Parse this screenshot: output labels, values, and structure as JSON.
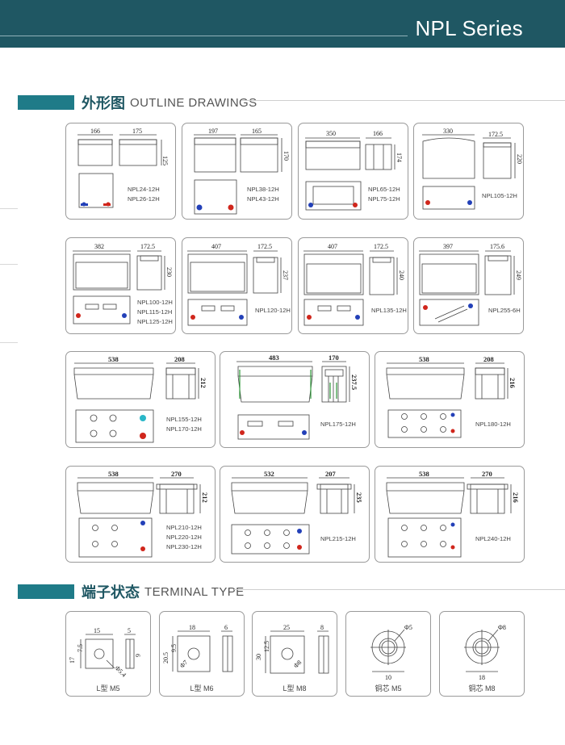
{
  "header": {
    "series_title": "NPL Series"
  },
  "outline": {
    "title_cn": "外形图",
    "title_en": "OUTLINE DRAWINGS"
  },
  "terminal": {
    "title_cn": "端子状态",
    "title_en": "TERMINAL TYPE"
  },
  "cards": [
    {
      "dims": [
        "166",
        "175",
        "125"
      ],
      "models": [
        "NPL24-12H",
        "NPL26-12H"
      ]
    },
    {
      "dims": [
        "197",
        "165",
        "170"
      ],
      "models": [
        "NPL38-12H",
        "NPL43-12H"
      ]
    },
    {
      "dims": [
        "350",
        "166",
        "174"
      ],
      "models": [
        "NPL65-12H",
        "NPL75-12H"
      ]
    },
    {
      "dims": [
        "330",
        "172.5",
        "220"
      ],
      "models": [
        "NPL105-12H"
      ]
    },
    {
      "dims": [
        "382",
        "172.5",
        "230"
      ],
      "models": [
        "NPL100-12H",
        "NPL115-12H",
        "NPL125-12H"
      ]
    },
    {
      "dims": [
        "407",
        "172.5",
        "237"
      ],
      "models": [
        "NPL120-12H"
      ]
    },
    {
      "dims": [
        "407",
        "172.5",
        "240"
      ],
      "models": [
        "NPL135-12H"
      ]
    },
    {
      "dims": [
        "397",
        "175.6",
        "249"
      ],
      "models": [
        "NPL255-6H"
      ]
    },
    {
      "dims": [
        "538",
        "208",
        "212"
      ],
      "models": [
        "NPL155-12H",
        "NPL170-12H"
      ]
    },
    {
      "dims": [
        "483",
        "170",
        "237.5"
      ],
      "models": [
        "NPL175-12H"
      ]
    },
    {
      "dims": [
        "538",
        "208",
        "216"
      ],
      "models": [
        "NPL180-12H"
      ]
    },
    {
      "dims": [
        "538",
        "270",
        "212"
      ],
      "models": [
        "NPL210-12H",
        "NPL220-12H",
        "NPL230-12H"
      ]
    },
    {
      "dims": [
        "532",
        "207",
        "235"
      ],
      "models": [
        "NPL215-12H"
      ]
    },
    {
      "dims": [
        "538",
        "270",
        "216"
      ],
      "models": [
        "NPL240-12H"
      ]
    }
  ],
  "terminals": [
    {
      "label": "L型 M5",
      "dims": [
        "15",
        "5",
        "17",
        "7.5",
        "6",
        "Φ5.4"
      ]
    },
    {
      "label": "L型 M6",
      "dims": [
        "18",
        "6",
        "20.5",
        "9.5",
        "Φ7"
      ]
    },
    {
      "label": "L型 M8",
      "dims": [
        "25",
        "8",
        "30",
        "12.5",
        "Φ8"
      ]
    },
    {
      "label": "铜芯 M5",
      "dims": [
        "Φ5",
        "10"
      ]
    },
    {
      "label": "铜芯 M8",
      "dims": [
        "Φ8",
        "18"
      ]
    }
  ],
  "colors": {
    "brand": "#1f5763",
    "accent": "#1f7b88",
    "positive": "#d0261c",
    "negative": "#2340b8",
    "cyan_terminal": "#2ab7c8"
  }
}
